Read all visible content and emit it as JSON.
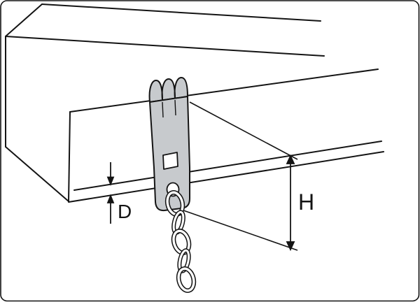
{
  "diagram": {
    "kind": "beam-flange-hanger-clip-with-chain-illustration",
    "labels": {
      "dimension_depth": "D",
      "dimension_height": "H"
    },
    "colors": {
      "line": "#141414",
      "clip_fill": "#c7cacd",
      "hole_fill": "#ffffff",
      "background": "#ffffff"
    }
  }
}
